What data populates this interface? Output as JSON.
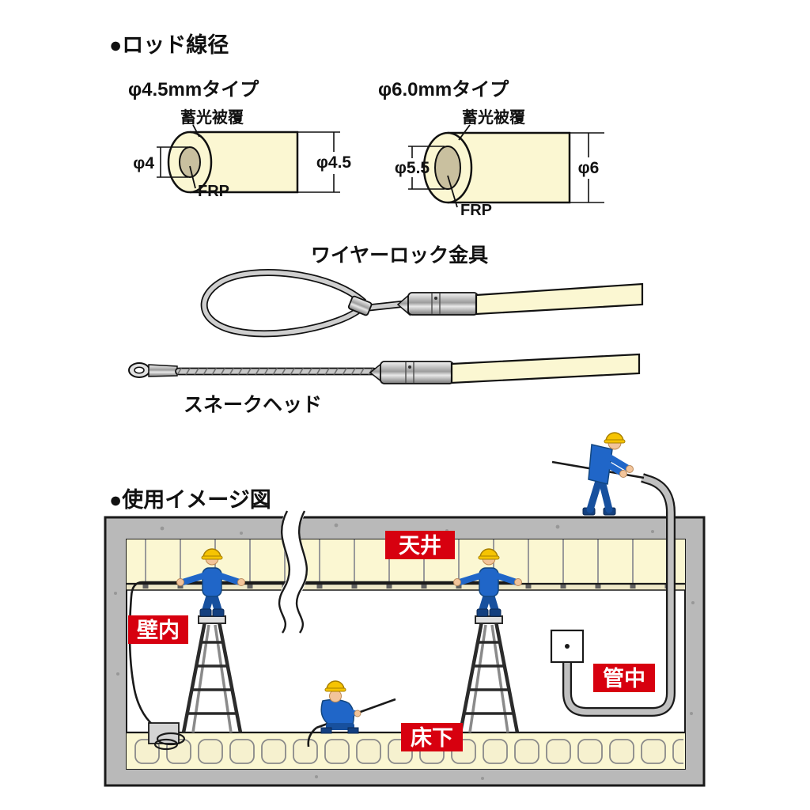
{
  "colors": {
    "accent_red": "#d7000f",
    "rod_cream": "#fbf7d2",
    "rod_core": "#c9c09f",
    "worker_blue": "#2066c8",
    "helmet_yellow": "#f6c402",
    "concrete_gray": "#b9b9b9"
  },
  "rod_section": {
    "heading": "●ロッド線径",
    "types": [
      {
        "title": "φ4.5mmタイプ",
        "coating_label": "蓄光被覆",
        "inner_diameter": "φ4",
        "outer_diameter": "φ4.5",
        "core_label": "FRP"
      },
      {
        "title": "φ6.0mmタイプ",
        "coating_label": "蓄光被覆",
        "inner_diameter": "φ5.5",
        "outer_diameter": "φ6",
        "core_label": "FRP"
      }
    ]
  },
  "fittings": {
    "wire_lock_label": "ワイヤーロック金具",
    "snake_head_label": "スネークヘッド"
  },
  "usage_section": {
    "heading": "●使用イメージ図",
    "area_labels": {
      "ceiling": "天井",
      "inside_wall": "壁内",
      "inside_pipe": "管中",
      "under_floor": "床下"
    }
  }
}
